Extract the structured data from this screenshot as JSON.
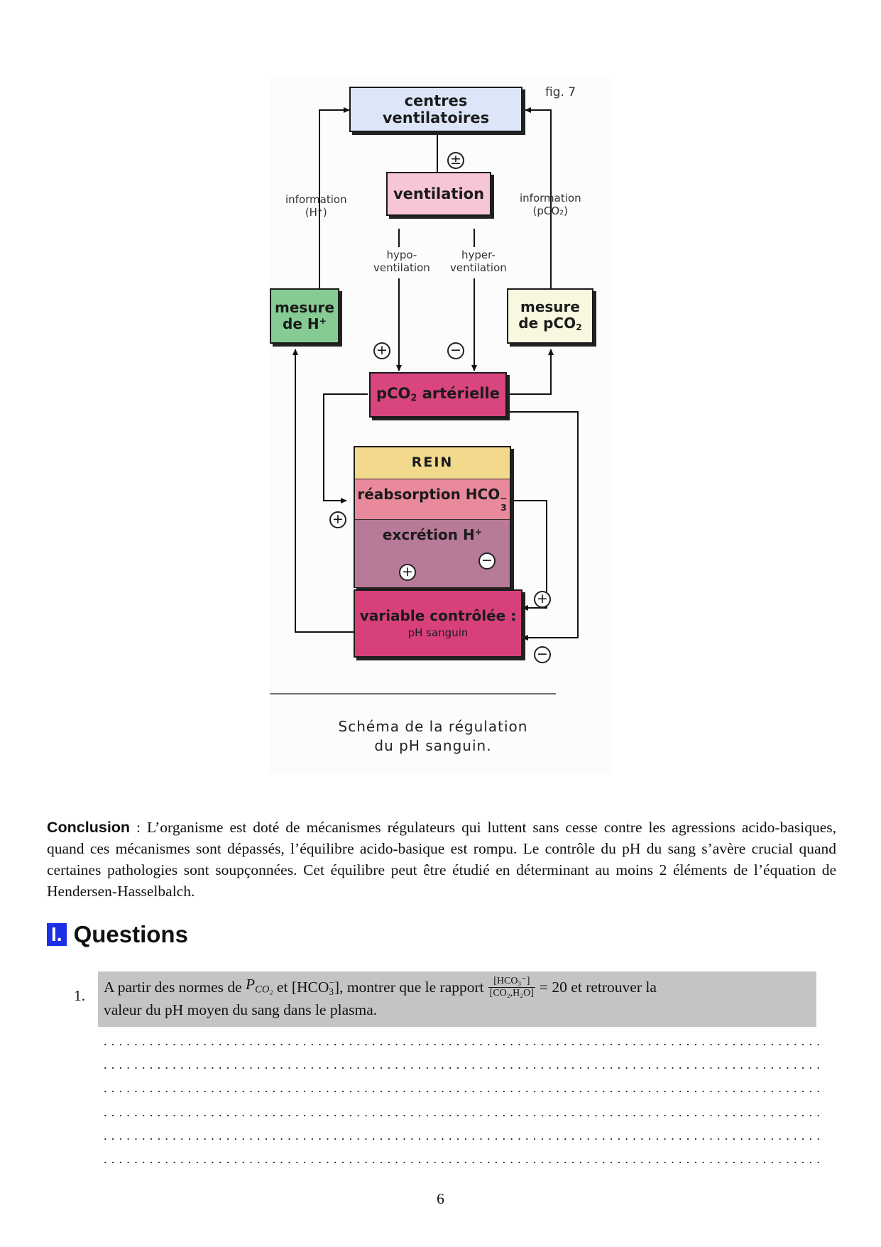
{
  "figure": {
    "fig_label": "fig. 7",
    "boxes": {
      "centres_ventilatoires": "centres ventilatoires",
      "ventilation": "ventilation",
      "mesure_h_1": "mesure",
      "mesure_h_2": "de H",
      "mesure_h_sup": "+",
      "mesure_pco2_1": "mesure",
      "mesure_pco2_2": "de pCO",
      "mesure_pco2_sub": "2",
      "pco2_arterielle_pre": "pCO",
      "pco2_arterielle_sub": "2",
      "pco2_arterielle_post": " artérielle",
      "rein": "REIN",
      "reabsorption": "réabsorption HCO",
      "reabsorption_sub": "3",
      "reabsorption_sup": "−",
      "excretion": "excrétion H",
      "excretion_sup": "+",
      "variable_controlee": "variable contrôlée :",
      "ph_sanguin": "pH sanguin"
    },
    "labels": {
      "information_h_1": "information",
      "information_h_2": "(H⁺)",
      "information_pco2_1": "information",
      "information_pco2_2": "(pCO₂)",
      "hypo_1": "hypo-",
      "hypo_2": "ventilation",
      "hyper_1": "hyper-",
      "hyper_2": "ventilation"
    },
    "signs": {
      "centres_to_ventilation": "±",
      "hypo": "+",
      "hyper": "−",
      "pco2_to_rein": "+",
      "rein_to_ph": "+",
      "ph_to_rein": "−",
      "reabsorption_to_ph": "+",
      "pco2_to_ph": "−"
    },
    "caption_line1": "Schéma de la régulation",
    "caption_line2": "du pH sanguin."
  },
  "conclusion": {
    "label": "Conclusion",
    "text": " : L’organisme est doté de mécanismes régulateurs qui luttent sans cesse contre les agressions acido-basiques, quand ces mécanismes sont dépassés, l’équilibre acido-basique est rompu. Le contrôle du pH du sang s’avère crucial quand certaines pathologies sont soupçonnées. Cet équilibre peut être étudié en déterminant au moins 2 éléments de l’équation de Hendersen-Hasselbalch."
  },
  "section": {
    "number": "I.",
    "title": "Questions"
  },
  "question_1": {
    "number": "1.",
    "text_a": "A partir des normes de ",
    "pco2_symbol": "P",
    "pco2_sub": "CO₂",
    "text_b": " et [HCO",
    "hco3_sub": "3",
    "hco3_sup": "−",
    "text_c": "], montrer que le rapport",
    "frac_num": "[HCO₃⁻]",
    "frac_den": "[CO₂,H₂O]",
    "text_d": "= 20 et retrouver la",
    "text_e": "valeur du pH moyen du sang dans le plasma."
  },
  "answer_lines": [
    "..............................................................................................",
    "..............................................................................................",
    "..............................................................................................",
    "..............................................................................................",
    "..............................................................................................",
    ".............................................................................................."
  ],
  "page_number": "6",
  "colors": {
    "centres_ventilatoires": "#dce6f8",
    "ventilation": "#f6c6d6",
    "mesure_h": "#86cb93",
    "mesure_pco2": "#f8f8e0",
    "pco2_arterielle": "#d9457f",
    "rein": "#f2d98c",
    "reabsorption": "#e98a9c",
    "excretion": "#b77a98",
    "variable_controlee": "#d8407c",
    "section_number_bg": "#1a2fe6",
    "question_bg": "#c4c4c4"
  }
}
